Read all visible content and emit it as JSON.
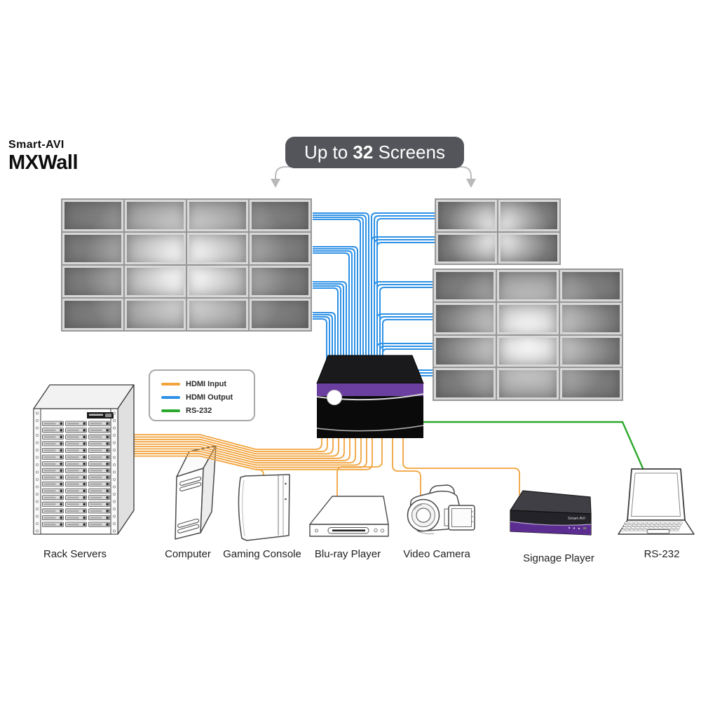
{
  "logo": {
    "brand": "Smart-AVI",
    "product": "MXWall"
  },
  "banner": {
    "text_prefix": "Up to ",
    "count": "32",
    "text_suffix": " Screens"
  },
  "legend": {
    "items": [
      {
        "id": "hdmi-input",
        "label": "HDMI Input",
        "color": "#F2A33C"
      },
      {
        "id": "hdmi-output",
        "label": "HDMI Output",
        "color": "#2E91E5"
      },
      {
        "id": "rs-232",
        "label": "RS-232",
        "color": "#2CA92C"
      }
    ]
  },
  "walls": [
    {
      "id": "left-video-wall",
      "rows": 4,
      "cols": 4,
      "screens": 16
    },
    {
      "id": "right-top-video-wall",
      "rows": 2,
      "cols": 2,
      "screens": 4
    },
    {
      "id": "right-bottom-video-wall",
      "rows": 4,
      "cols": 3,
      "screens": 12
    }
  ],
  "devices": [
    {
      "id": "rack-servers",
      "label": "Rack Servers",
      "connection": "hdmi-input"
    },
    {
      "id": "computer",
      "label": "Computer",
      "connection": "hdmi-input"
    },
    {
      "id": "gaming-console",
      "label": "Gaming Console",
      "connection": "hdmi-input"
    },
    {
      "id": "blu-ray-player",
      "label": "Blu-ray Player",
      "connection": "hdmi-input"
    },
    {
      "id": "video-camera",
      "label": "Video Camera",
      "connection": "hdmi-input"
    },
    {
      "id": "signage-player",
      "label": "Signage Player",
      "connection": "hdmi-input",
      "logo": "Smart-AVI"
    },
    {
      "id": "rs-232-laptop",
      "label": "RS-232",
      "connection": "rs-232"
    }
  ],
  "colors": {
    "hdmi_input": "#F2A33C",
    "hdmi_output": "#2E91E5",
    "rs_232": "#2CA92C",
    "device_purple": "#6B3FA0",
    "signage_purple": "#5C2D91",
    "banner_bg": "#54555B"
  }
}
